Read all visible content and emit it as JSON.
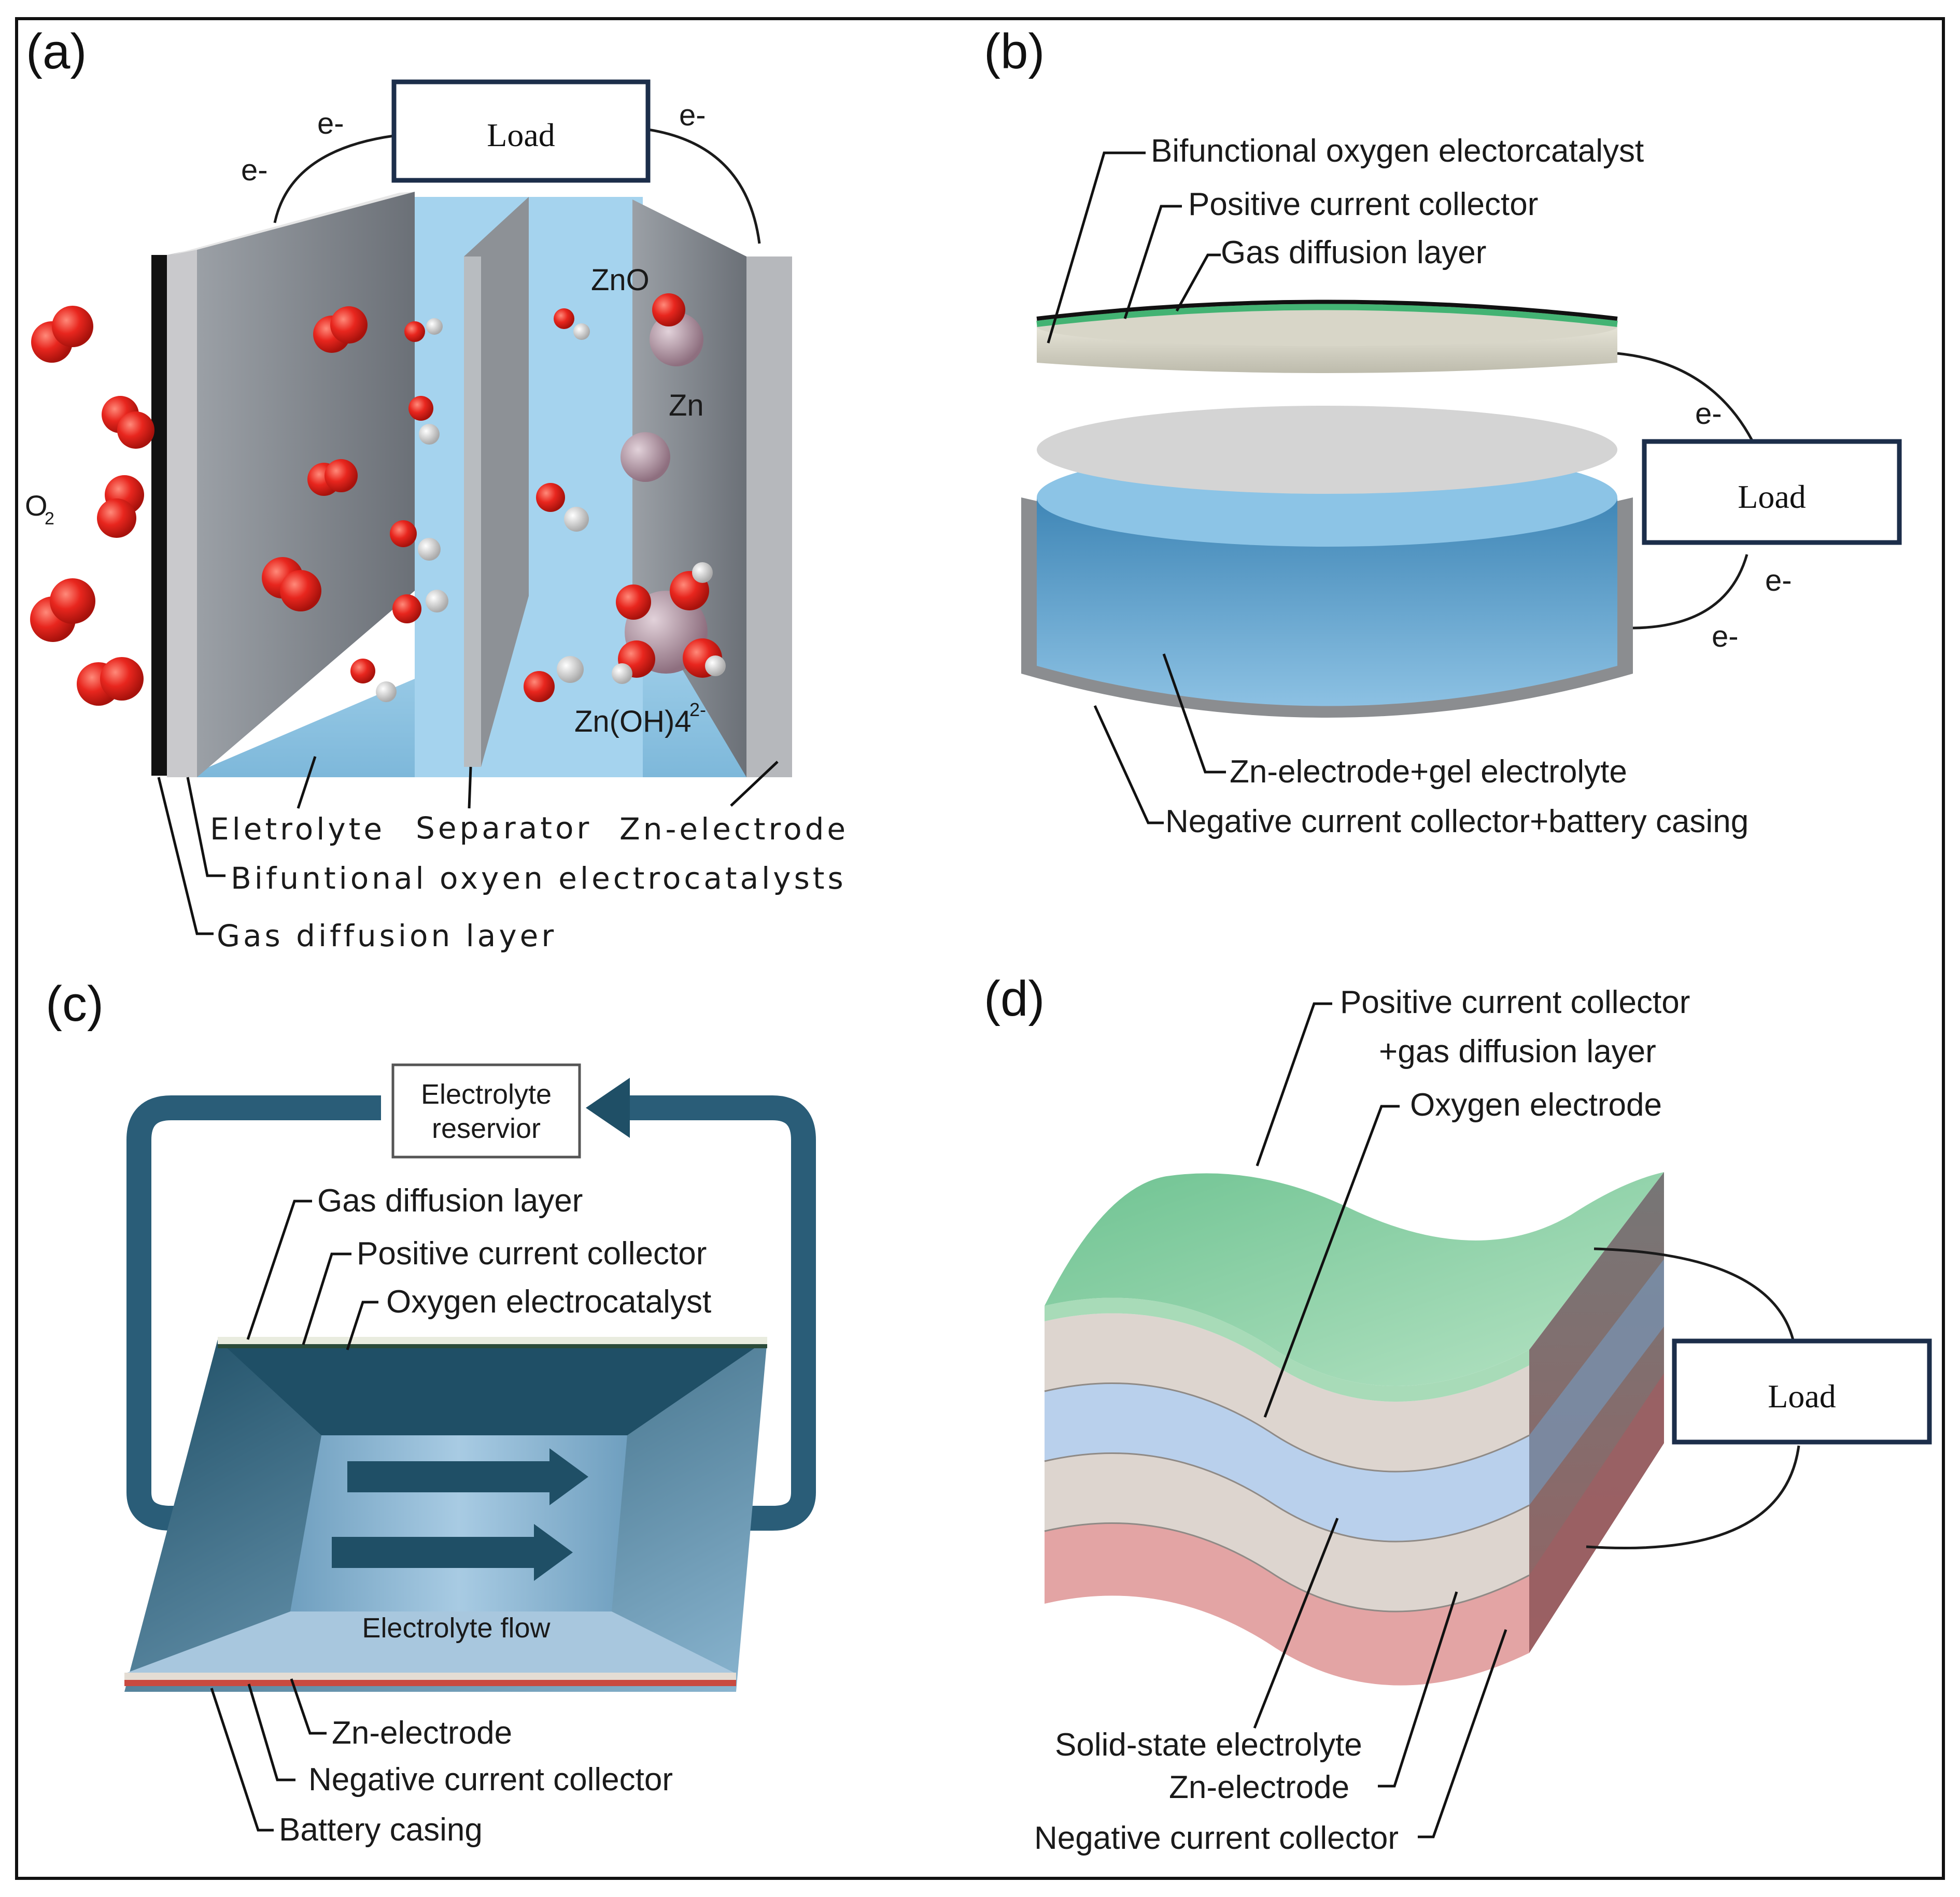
{
  "panels": {
    "a": {
      "letter": "(a)",
      "load": "Load",
      "electron": "e-",
      "o2": "O",
      "o2_sub": "2",
      "zno": "ZnO",
      "zn": "Zn",
      "zincate": "Zn(OH)4",
      "zincate_sup": "2-",
      "labels": {
        "electrolyte": "Eletrolyte",
        "separator": "Separator",
        "zn_electrode": "Zn-electrode",
        "catalyst": "Bifuntional oxyen electrocatalysts",
        "gdl": "Gas diffusion layer"
      }
    },
    "b": {
      "letter": "(b)",
      "load": "Load",
      "electron": "e-",
      "labels": {
        "catalyst": "Bifunctional oxygen electorcatalyst",
        "positive_collector": "Positive current collector",
        "gdl": "Gas diffusion layer",
        "zn_gel": "Zn-electrode+gel electrolyte",
        "negative_casing": "Negative current collector+battery casing"
      }
    },
    "c": {
      "letter": "(c)",
      "reservoir_line1": "Electrolyte",
      "reservoir_line2": "reservior",
      "flow": "Electrolyte flow",
      "labels": {
        "gdl": "Gas diffusion layer",
        "positive_collector": "Positive current collector",
        "catalyst": "Oxygen electrocatalyst",
        "zn_electrode": "Zn-electrode",
        "negative_collector": "Negative current collector",
        "casing": "Battery casing"
      }
    },
    "d": {
      "letter": "(d)",
      "load": "Load",
      "labels": {
        "positive_gdl_1": "Positive current collector",
        "positive_gdl_2": "+gas diffusion layer",
        "oxygen_electrode": "Oxygen electrode",
        "solid_electrolyte": "Solid-state electrolyte",
        "zn_electrode": "Zn-electrode",
        "negative_collector": "Negative current collector"
      }
    }
  },
  "colors": {
    "frame": "#111111",
    "load_border": "#1c2e4a",
    "electrolyte_blue": "#8ec7e6",
    "plate_grey": "#7c8088",
    "oxygen_red": "#e8261e",
    "hydrogen_white": "#e6e6e6",
    "zn_mauve": "#b39aa8",
    "green_layer": "#8fd3a8",
    "blue_layer": "#b9d0ec",
    "pink_layer": "#e3a4a4",
    "beige_layer": "#ddd5cf",
    "flow_dark": "#1f4f66"
  }
}
